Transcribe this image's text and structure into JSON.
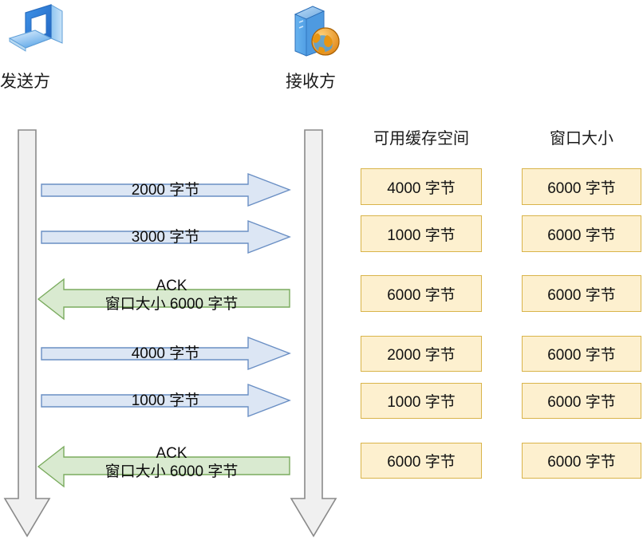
{
  "diagram": {
    "title_hidden": "",
    "endpoints": [
      {
        "id": "sender",
        "label": "发送方",
        "icon": "laptop-icon"
      },
      {
        "id": "receiver",
        "label": "接收方",
        "icon": "server-globe-icon"
      }
    ],
    "columns": [
      {
        "id": "buffer",
        "header": "可用缓存空间"
      },
      {
        "id": "window",
        "header": "窗口大小"
      }
    ],
    "messages": [
      {
        "id": "m1",
        "direction": "right",
        "line1": "2000 字节",
        "line2": "",
        "color": "#dce6f4"
      },
      {
        "id": "m2",
        "direction": "right",
        "line1": "3000 字节",
        "line2": "",
        "color": "#dce6f4"
      },
      {
        "id": "m3",
        "direction": "left",
        "line1": "ACK",
        "line2": "窗口大小 6000 字节",
        "color": "#d9ead0"
      },
      {
        "id": "m4",
        "direction": "right",
        "line1": "4000 字节",
        "line2": "",
        "color": "#dce6f4"
      },
      {
        "id": "m5",
        "direction": "right",
        "line1": "1000 字节",
        "line2": "",
        "color": "#dce6f4"
      },
      {
        "id": "m6",
        "direction": "left",
        "line1": "ACK",
        "line2": "窗口大小 6000 字节",
        "color": "#d9ead0"
      }
    ],
    "rows": [
      {
        "buffer": "4000 字节",
        "window": "6000 字节"
      },
      {
        "buffer": "1000 字节",
        "window": "6000 字节"
      },
      {
        "buffer": "6000 字节",
        "window": "6000 字节"
      },
      {
        "buffer": "2000 字节",
        "window": "6000 字节"
      },
      {
        "buffer": "1000 字节",
        "window": "6000 字节"
      },
      {
        "buffer": "6000 字节",
        "window": "6000 字节"
      }
    ],
    "colors": {
      "box_fill": "#fdf0cf",
      "box_border": "#d9b44a",
      "data_arrow_fill": "#dce6f4",
      "data_arrow_border": "#6a8fc4",
      "ack_arrow_fill": "#d9ead0",
      "ack_arrow_border": "#7aab5e",
      "timeline_fill": "#f0f0f0",
      "timeline_border": "#808080",
      "text": "#1a1a1a"
    }
  }
}
